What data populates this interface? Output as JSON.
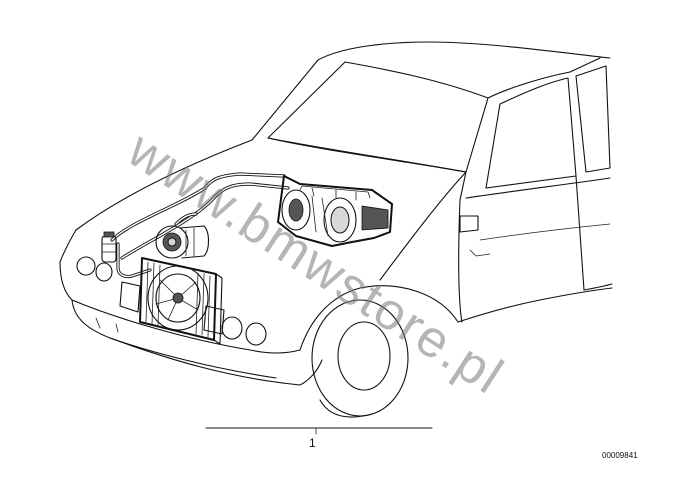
{
  "diagram": {
    "callout_number": "1",
    "reference_code": "00009841",
    "watermark": "www.bmwstore.pl"
  },
  "colors": {
    "line": "#111111",
    "background": "#ffffff",
    "watermark": "#787878"
  }
}
